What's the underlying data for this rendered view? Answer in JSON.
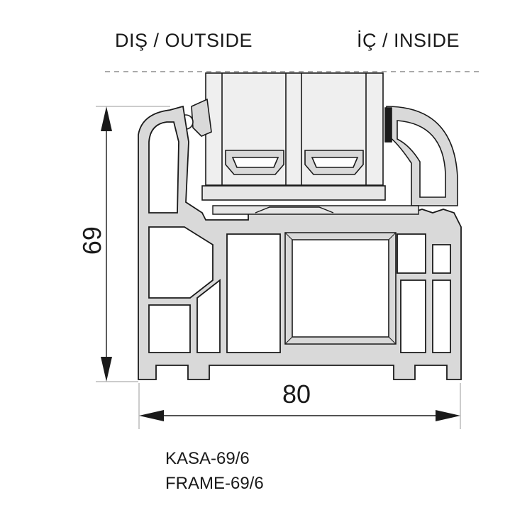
{
  "labels": {
    "outside": "DIŞ / OUTSIDE",
    "inside": "İÇ / INSIDE"
  },
  "dimensions": {
    "height": "69",
    "width": "80"
  },
  "product": {
    "line1": "KASA-69/6",
    "line2": "FRAME-69/6"
  },
  "colors": {
    "profile_fill": "#d9d9d9",
    "glass_fill": "#efefef",
    "stroke": "#1a1a1a"
  }
}
